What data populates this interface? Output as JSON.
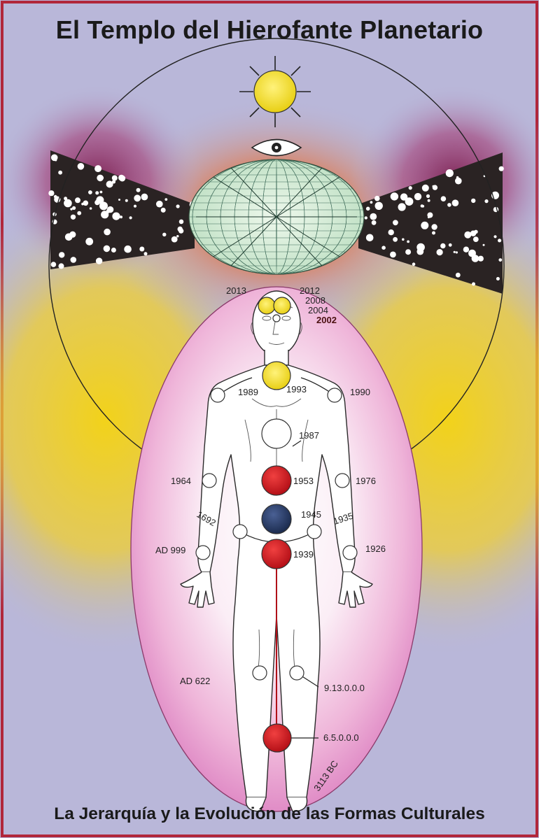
{
  "title": "El Templo del Hierofante Planetario",
  "subtitle": "La Jerarquía y la Evolución de las Formas Culturales",
  "colors": {
    "background": "#b8b6d8",
    "frame": "#b0263a",
    "red_node": "#c8141c",
    "blue_node": "#23365f",
    "yellow_node": "#e8d62a"
  },
  "labels": {
    "y2013": "2013",
    "y2012": "2012",
    "y2008": "2008",
    "y2004": "2004",
    "y2002": "2002",
    "y1989": "1989",
    "y1993": "1993",
    "y1990": "1990",
    "y1987": "1987",
    "y1964": "1964",
    "y1953": "1953",
    "y1976": "1976",
    "y1692": "1692",
    "y1945": "1945",
    "y1935": "1935",
    "ad999": "AD 999",
    "y1939": "1939",
    "y1926": "1926",
    "ad622": "AD 622",
    "lc9": "9.13.0.0.0",
    "lc6": "6.5.0.0.0",
    "bc3113": "3113 BC"
  }
}
